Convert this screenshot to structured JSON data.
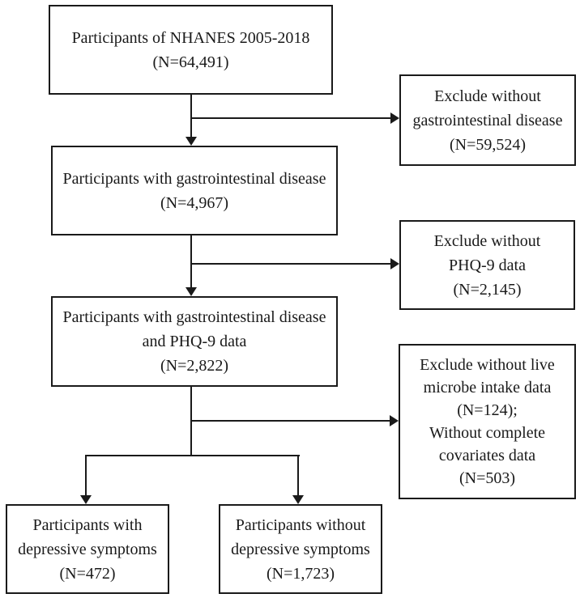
{
  "colors": {
    "background": "#ffffff",
    "line": "#1a1a1a",
    "box_border": "#1a1a1a",
    "text": "#1a1a1a"
  },
  "boxes": {
    "main1": {
      "lines": [
        "Participants of NHANES 2005-2018",
        "(N=64,491)"
      ]
    },
    "main2": {
      "lines": [
        "Participants with gastrointestinal disease",
        "(N=4,967)"
      ]
    },
    "main3": {
      "lines": [
        "Participants with gastrointestinal disease",
        "and PHQ-9 data",
        "(N=2,822)"
      ]
    },
    "exclude1": {
      "lines": [
        "Exclude without",
        "gastrointestinal disease",
        "(N=59,524)"
      ]
    },
    "exclude2": {
      "lines": [
        "Exclude without",
        "PHQ-9 data",
        "(N=2,145)"
      ]
    },
    "exclude3": {
      "lines": [
        "Exclude without live",
        "microbe intake data",
        "(N=124);",
        "Without complete",
        "covariates data",
        "(N=503)"
      ]
    },
    "outcome_with": {
      "lines": [
        "Participants with",
        "depressive symptoms",
        "(N=472)"
      ]
    },
    "outcome_without": {
      "lines": [
        "Participants without",
        "depressive symptoms",
        "(N=1,723)"
      ]
    }
  }
}
